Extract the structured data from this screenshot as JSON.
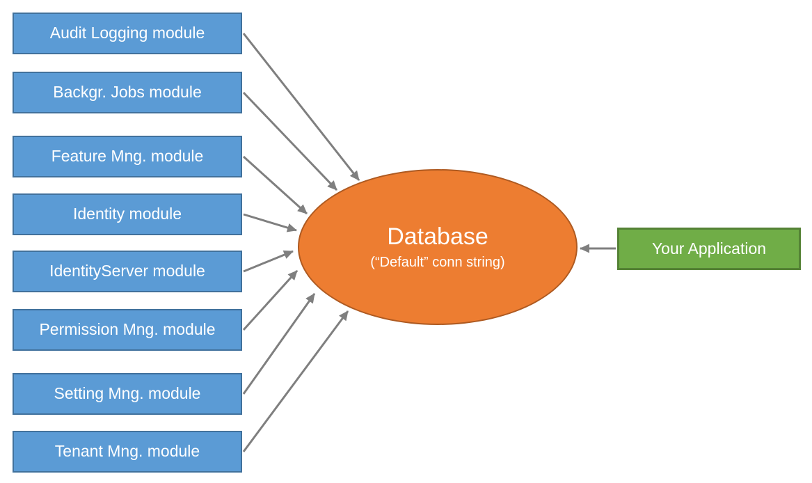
{
  "diagram": {
    "modules": [
      {
        "label": "Audit Logging module"
      },
      {
        "label": "Backgr. Jobs module"
      },
      {
        "label": "Feature Mng. module"
      },
      {
        "label": "Identity module"
      },
      {
        "label": "IdentityServer module"
      },
      {
        "label": "Permission Mng. module"
      },
      {
        "label": "Setting Mng. module"
      },
      {
        "label": "Tenant Mng. module"
      }
    ],
    "database": {
      "title": "Database",
      "subtitle": "(“Default” conn string)"
    },
    "application": {
      "label": "Your Application"
    },
    "edges": [
      {
        "from": "Audit Logging module",
        "to": "Database"
      },
      {
        "from": "Backgr. Jobs module",
        "to": "Database"
      },
      {
        "from": "Feature Mng. module",
        "to": "Database"
      },
      {
        "from": "Identity module",
        "to": "Database"
      },
      {
        "from": "IdentityServer module",
        "to": "Database"
      },
      {
        "from": "Permission Mng. module",
        "to": "Database"
      },
      {
        "from": "Setting Mng. module",
        "to": "Database"
      },
      {
        "from": "Tenant Mng. module",
        "to": "Database"
      },
      {
        "from": "Your Application",
        "to": "Database"
      }
    ],
    "colors": {
      "module_fill": "#5B9BD5",
      "module_border": "#41719C",
      "database_fill": "#ED7D31",
      "database_border": "#AE5A21",
      "application_fill": "#70AD47",
      "application_border": "#548235",
      "arrow": "#7F7F7F",
      "text": "#FFFFFF"
    }
  }
}
